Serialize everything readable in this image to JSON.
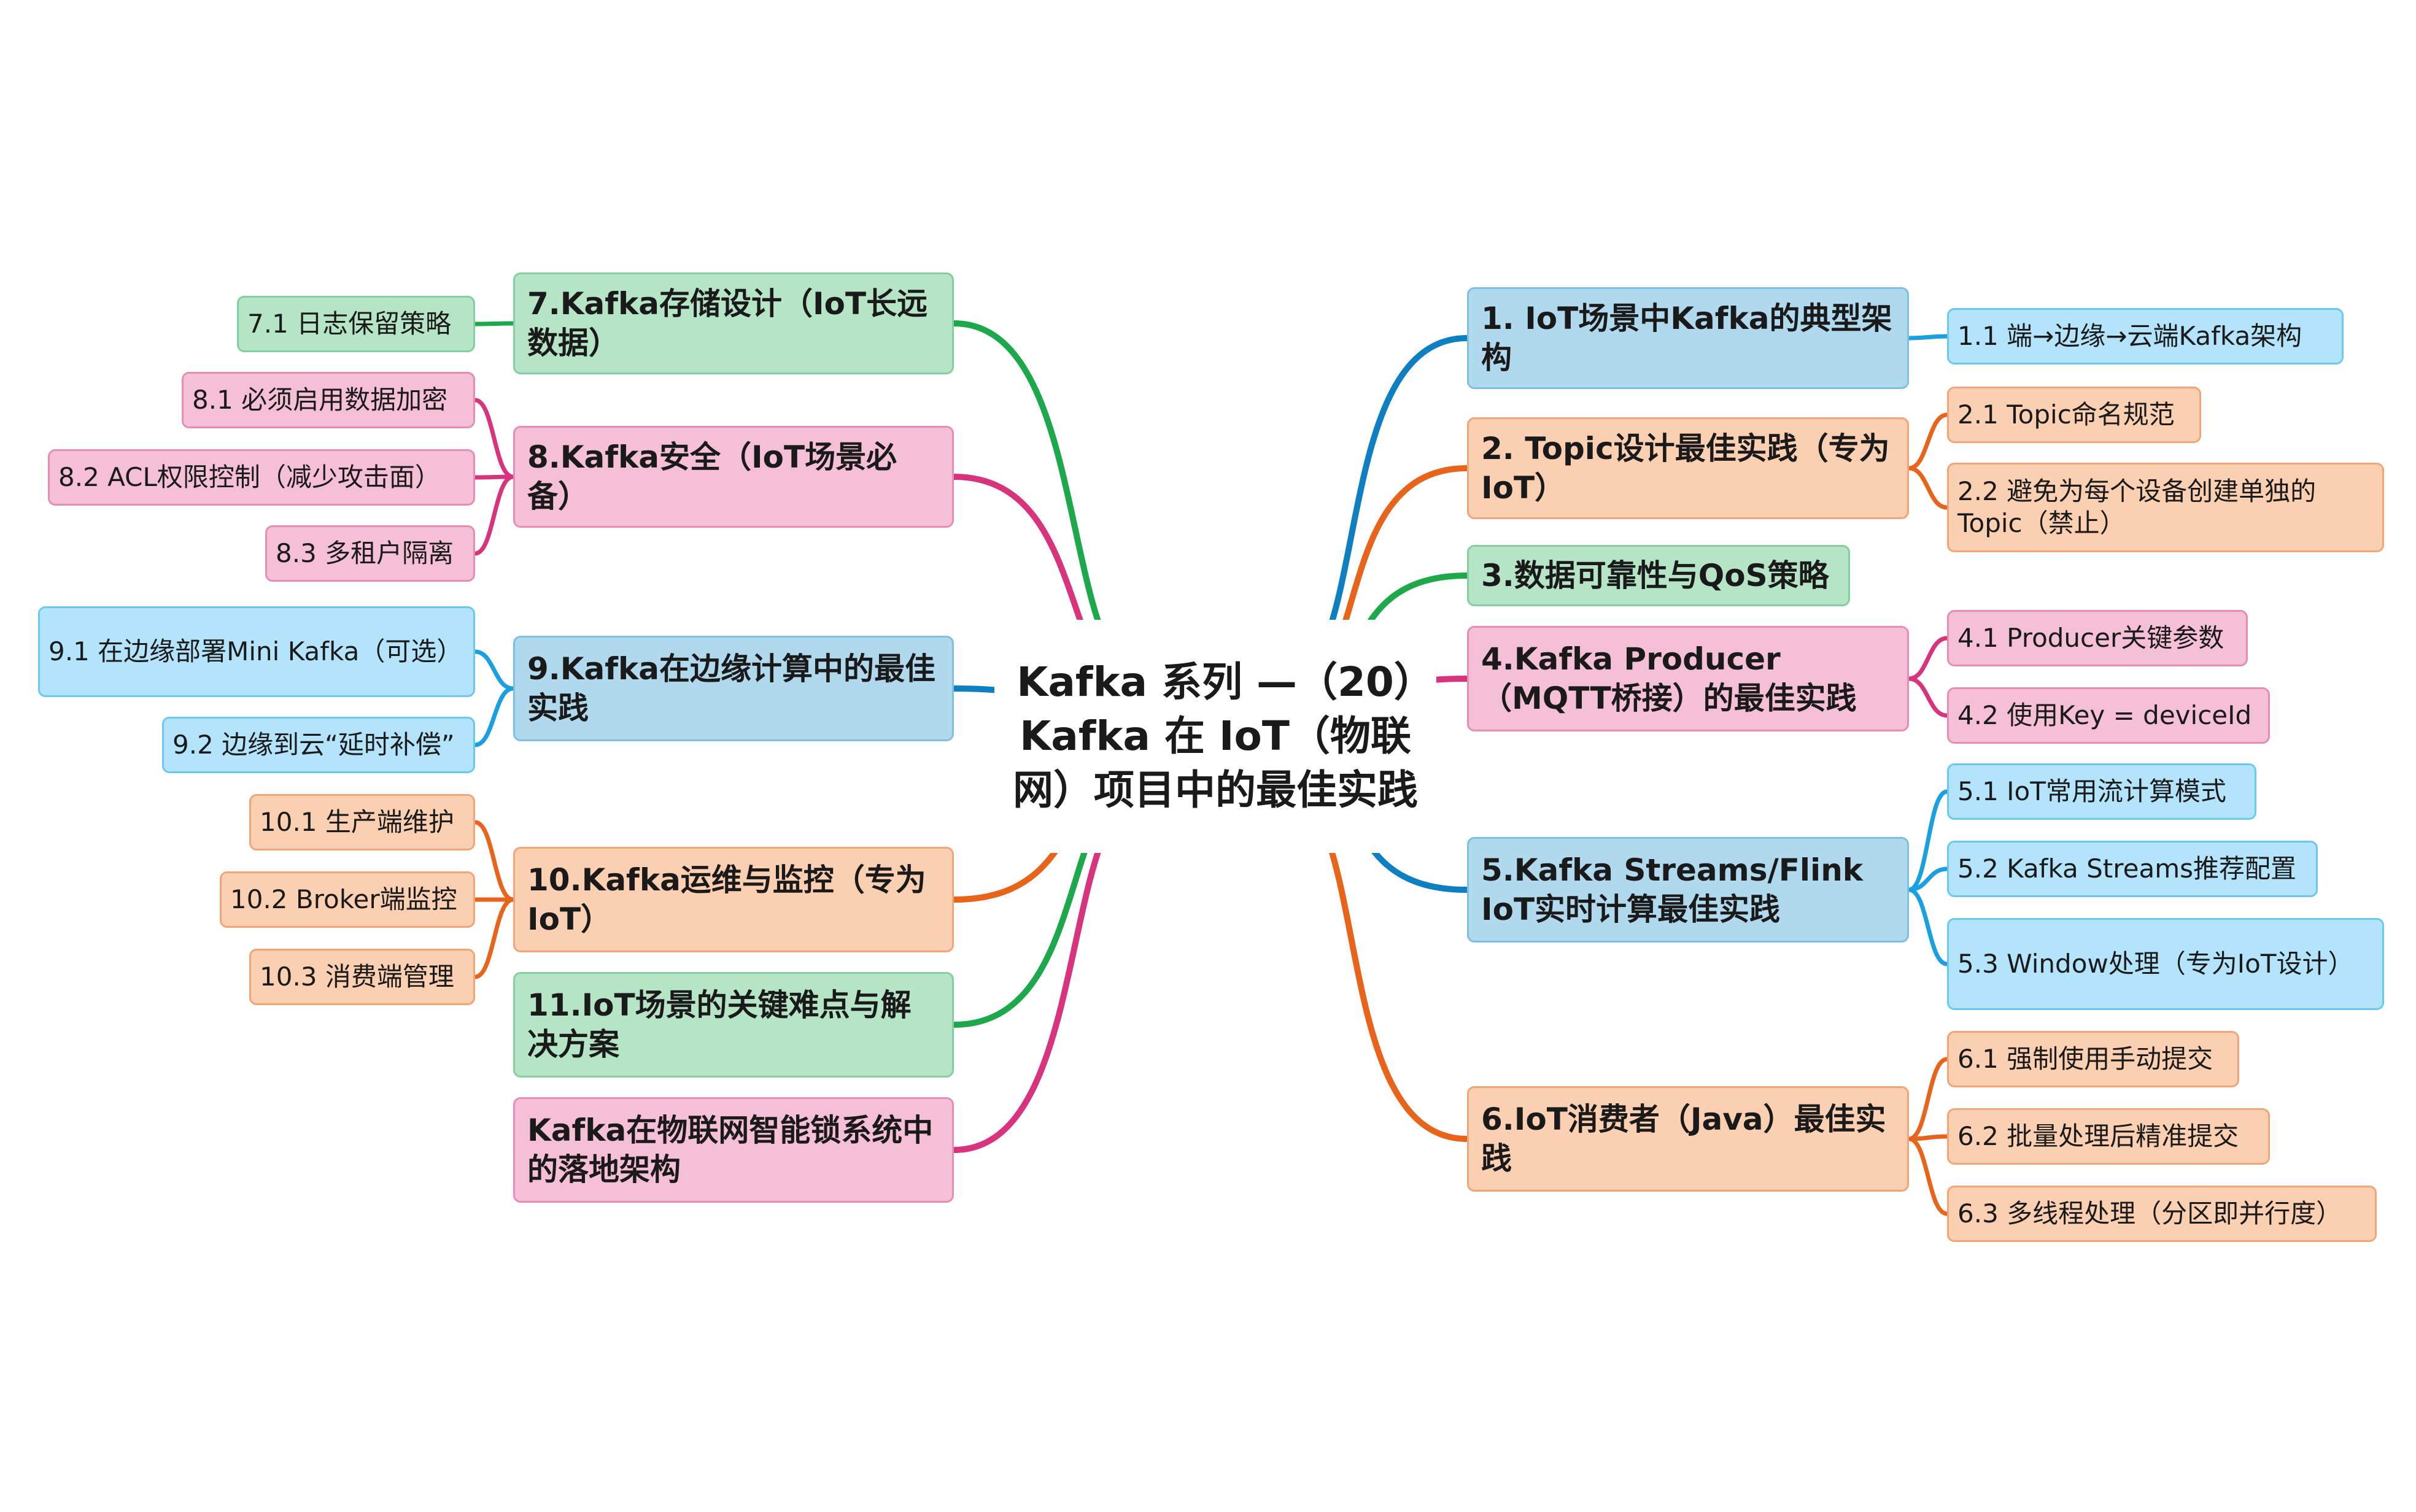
{
  "center": {
    "title": "Kafka 系列 —（20）Kafka 在 IoT（物联网）项目中的最佳实践"
  },
  "colors": {
    "blue": "#0e7fc1",
    "orange": "#e8641a",
    "green": "#1da84c",
    "pink": "#d8337d",
    "light_blue": "#1aa0e0"
  },
  "right_branches": [
    {
      "label": "1. IoT场景中Kafka的典型架构",
      "color": "blue",
      "children": [
        "1.1 端→边缘→云端Kafka架构"
      ]
    },
    {
      "label": "2. Topic设计最佳实践（专为IoT）",
      "color": "orange",
      "children": [
        "2.1 Topic命名规范",
        "2.2 避免为每个设备创建单独的Topic（禁止）"
      ]
    },
    {
      "label": "3.数据可靠性与QoS策略",
      "color": "green",
      "children": []
    },
    {
      "label": "4.Kafka Producer（MQTT桥接）的最佳实践",
      "color": "pink",
      "children": [
        "4.1 Producer关键参数",
        "4.2 使用Key = deviceId"
      ]
    },
    {
      "label": "5.Kafka Streams/Flink IoT实时计算最佳实践",
      "color": "blue",
      "children": [
        "5.1 IoT常用流计算模式",
        "5.2 Kafka Streams推荐配置",
        "5.3 Window处理（专为IoT设计）"
      ]
    },
    {
      "label": "6.IoT消费者（Java）最佳实践",
      "color": "orange",
      "children": [
        "6.1 强制使用手动提交",
        "6.2 批量处理后精准提交",
        "6.3 多线程处理（分区即并行度）"
      ]
    }
  ],
  "left_branches": [
    {
      "label": "7.Kafka存储设计（IoT长远数据）",
      "color": "green",
      "children": [
        "7.1 日志保留策略"
      ]
    },
    {
      "label": "8.Kafka安全（IoT场景必备）",
      "color": "pink",
      "children": [
        "8.1 必须启用数据加密",
        "8.2 ACL权限控制（减少攻击面）",
        "8.3 多租户隔离"
      ]
    },
    {
      "label": "9.Kafka在边缘计算中的最佳实践",
      "color": "blue",
      "children": [
        "9.1 在边缘部署Mini Kafka（可选）",
        "9.2 边缘到云“延时补偿”"
      ]
    },
    {
      "label": "10.Kafka运维与监控（专为IoT）",
      "color": "orange",
      "children": [
        "10.1 生产端维护",
        "10.2 Broker端监控",
        "10.3 消费端管理"
      ]
    },
    {
      "label": "11.IoT场景的关键难点与解决方案",
      "color": "green",
      "children": []
    },
    {
      "label": "Kafka在物联网智能锁系统中的落地架构",
      "color": "pink",
      "children": []
    }
  ]
}
